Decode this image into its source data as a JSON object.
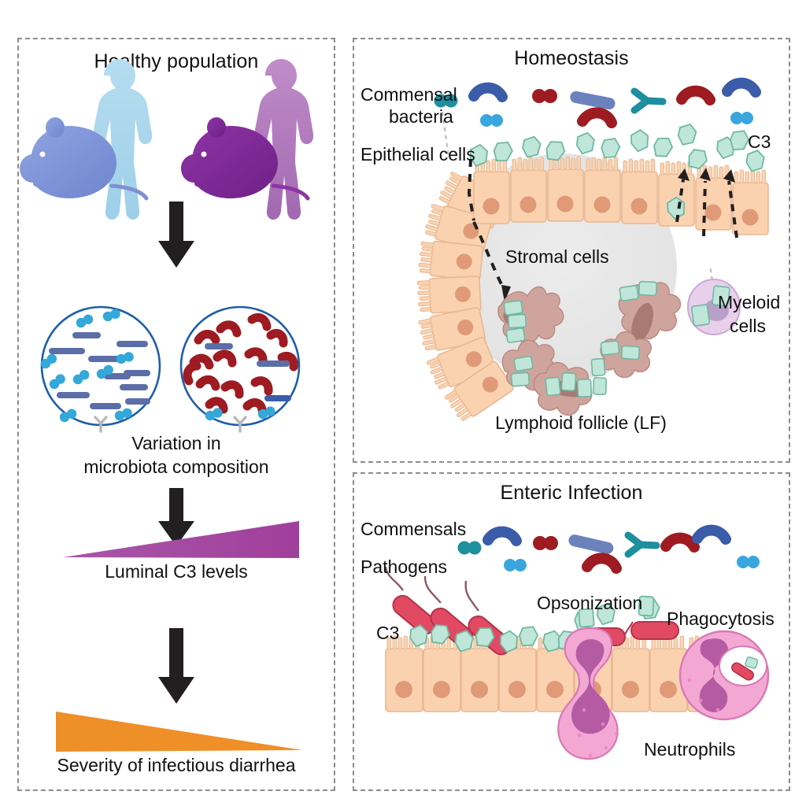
{
  "figure": {
    "kind": "scientific-schematic",
    "background": "#ffffff"
  },
  "panels": {
    "left": {
      "title": "Healthy population",
      "steps": [
        {
          "label": "Variation in\nmicrobiota composition"
        },
        {
          "label": "Luminal C3 levels"
        },
        {
          "label": "Severity of infectious diarrhea"
        }
      ],
      "labels": {
        "variation_line1": "Variation in",
        "variation_line2": "microbiota composition",
        "luminal": "Luminal C3 levels",
        "severity": "Severity of infectious diarrhea"
      },
      "subjects": [
        {
          "name": "human-and-mouse-blue",
          "color": "#a8d4ea",
          "mouse_color": "#7f90d2"
        },
        {
          "name": "human-and-mouse-purple",
          "color": "#b07cba",
          "mouse_color": "#7b2f92"
        }
      ],
      "gradients": [
        {
          "name": "luminal-c3-wedge",
          "color": "#a857a8",
          "direction": "increasing"
        },
        {
          "name": "severity-wedge",
          "color": "#ef8f28",
          "direction": "decreasing"
        }
      ],
      "microbiota": {
        "left_circle": {
          "name": "balanced-microbiota",
          "dominant_color": "#34a8d8",
          "rod_color": "#5b6ea8"
        },
        "right_circle": {
          "name": "dysbiotic-microbiota",
          "dominant_color": "#9e1b22",
          "rod_color": "#5b6ea8"
        },
        "outline_color": "#1f5fa6"
      }
    },
    "homeostasis": {
      "title": "Homeostasis",
      "labels": {
        "commensal_bacteria": "Commensal\nbacteria",
        "commensal_line1": "Commensal",
        "commensal_line2": "bacteria",
        "epithelial_cells": "Epithelial cells",
        "c3": "C3",
        "stromal_cells": "Stromal cells",
        "myeloid_cells": "Myeloid\ncells",
        "myeloid_line1": "Myeloid",
        "myeloid_line2": "cells",
        "lymphoid_follicle": "Lymphoid follicle (LF)"
      },
      "colors": {
        "epithelium": "#fad2b0",
        "epithelium_stroke": "#e8b892",
        "nucleus": "#e09a77",
        "c3_fill": "#bfe6d8",
        "c3_stroke": "#6fb9a3",
        "follicle": "#e6e6e6",
        "stromal": "#cfa49c",
        "stromal_nucleus": "#a87a73",
        "myeloid_fill": "#e8d0ec",
        "myeloid_nucleus": "#b9a0c8"
      }
    },
    "enteric_infection": {
      "title": "Enteric Infection",
      "labels": {
        "commensals": "Commensals",
        "pathogens": "Pathogens",
        "c3": "C3",
        "opsonization": "Opsonization",
        "phagocytosis": "Phagocytosis",
        "neutrophils": "Neutrophils"
      },
      "colors": {
        "pathogen": "#e14a62",
        "pathogen_stroke": "#b6324a",
        "neutrophil_fill": "#f3a8d4",
        "neutrophil_nucleus": "#b55ba4",
        "epithelium": "#fad2b0",
        "c3_fill": "#bfe6d8"
      }
    }
  },
  "bacteria_legend": {
    "colors": {
      "teal": "#1d8f9e",
      "blue_dark": "#3b5ca8",
      "blue_mid": "#6b82bd",
      "blue_light": "#3aa6de",
      "red": "#9e1b22",
      "dark_red": "#8d1a20"
    }
  },
  "arrow_color": "#231f20"
}
